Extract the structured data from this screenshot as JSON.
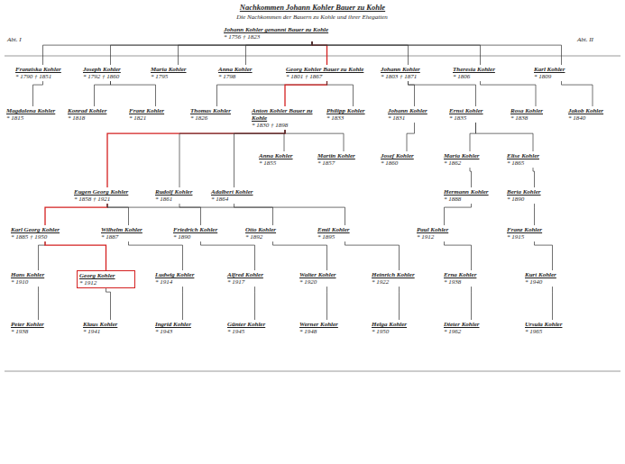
{
  "diagram": {
    "title": "Nachkommen Johann Kohler Bauer zu Kohle",
    "nodes": [
      {
        "text": [
          "Johann Kohler genannt Bauer zu Kohle",
          "* 1756 † 1823"
        ]
      },
      {
        "text": [
          "Franziska Kohler",
          "* 1790 † 1851"
        ]
      },
      {
        "text": [
          "Joseph Kohler",
          "* 1792 † 1860"
        ]
      },
      {
        "text": [
          "Maria Kohler",
          "* 1795"
        ]
      },
      {
        "text": [
          "Anna Kohler",
          "* 1798"
        ]
      },
      {
        "text": [
          "Georg Kohler Bauer zu Kohle",
          "* 1801 † 1867"
        ]
      },
      {
        "text": [
          "Johann Kohler",
          "* 1803 † 1871"
        ]
      },
      {
        "text": [
          "Theresia Kohler",
          "* 1806"
        ]
      },
      {
        "text": [
          "Karl Kohler",
          "* 1809"
        ]
      },
      {
        "text": [
          "Magdalena Kohler",
          "* 1815"
        ]
      },
      {
        "text": [
          "Konrad Kohler",
          "* 1818"
        ]
      },
      {
        "text": [
          "Franz Kohler",
          "* 1821"
        ]
      },
      {
        "text": [
          "Thomas Kohler",
          "* 1826"
        ]
      },
      {
        "text": [
          "Anton Kohler Bauer zu Kohle",
          "* 1830 † 1898"
        ]
      },
      {
        "text": [
          "Philipp Kohler",
          "* 1833"
        ]
      },
      {
        "text": [
          "Johann Kohler",
          "* 1831"
        ]
      },
      {
        "text": [
          "Ernst Kohler",
          "* 1835"
        ]
      },
      {
        "text": [
          "Rosa Kohler",
          "* 1838"
        ]
      },
      {
        "text": [
          "Jakob Kohler",
          "* 1840"
        ]
      },
      {
        "text": [
          "Anna Kohler",
          "* 1855"
        ]
      },
      {
        "text": [
          "Martin Kohler",
          "* 1857"
        ]
      },
      {
        "text": [
          "Josef Kohler",
          "* 1860"
        ]
      },
      {
        "text": [
          "Maria Kohler",
          "* 1862"
        ]
      },
      {
        "text": [
          "Elise Kohler",
          "* 1865"
        ]
      },
      {
        "text": [
          "Eugen Georg Kohler",
          "* 1858 † 1921"
        ]
      },
      {
        "text": [
          "Rudolf Kohler",
          "* 1861"
        ]
      },
      {
        "text": [
          "Adalbert Kohler",
          "* 1864"
        ]
      },
      {
        "text": [
          "Hermann Kohler",
          "* 1888"
        ]
      },
      {
        "text": [
          "Berta Kohler",
          "* 1890"
        ]
      },
      {
        "text": [
          "Karl Georg Kohler",
          "* 1885 † 1950"
        ]
      },
      {
        "text": [
          "Wilhelm Kohler",
          "* 1887"
        ]
      },
      {
        "text": [
          "Friedrich Kohler",
          "* 1890"
        ]
      },
      {
        "text": [
          "Otto Kohler",
          "* 1892"
        ]
      },
      {
        "text": [
          "Emil Kohler",
          "* 1895"
        ]
      },
      {
        "text": [
          "Paul Kohler",
          "* 1912"
        ]
      },
      {
        "text": [
          "Franz Kohler",
          "* 1915"
        ]
      },
      {
        "text": [
          "Hans Kohler",
          "* 1910"
        ]
      },
      {
        "text": [
          "Georg Kohler",
          "* 1912"
        ]
      },
      {
        "text": [
          "Ludwig Kohler",
          "* 1914"
        ]
      },
      {
        "text": [
          "Alfred Kohler",
          "* 1917"
        ]
      },
      {
        "text": [
          "Walter Kohler",
          "* 1920"
        ]
      },
      {
        "text": [
          "Heinrich Kohler",
          "* 1922"
        ]
      },
      {
        "text": [
          "Erna Kohler",
          "* 1938"
        ]
      },
      {
        "text": [
          "Kurt Kohler",
          "* 1940"
        ]
      },
      {
        "text": [
          "Peter Kohler",
          "* 1938"
        ]
      },
      {
        "text": [
          "Klaus Kohler",
          "* 1941"
        ]
      },
      {
        "text": [
          "Ingrid Kohler",
          "* 1943"
        ]
      },
      {
        "text": [
          "Günter Kohler",
          "* 1945"
        ]
      },
      {
        "text": [
          "Werner Kohler",
          "* 1948"
        ]
      },
      {
        "text": [
          "Helga Kohler",
          "* 1950"
        ]
      },
      {
        "text": [
          "Dieter Kohler",
          "* 1962"
        ]
      },
      {
        "text": [
          "Ursula Kohler",
          "* 1965"
        ]
      }
    ],
    "edges": [
      {
        "from": 0,
        "to": 1,
        "arrow": "none"
      },
      {
        "from": 0,
        "to": 2,
        "arrow": "none"
      },
      {
        "from": 0,
        "to": 3,
        "arrow": "none"
      },
      {
        "from": 0,
        "to": 4,
        "arrow": "none"
      },
      {
        "from": 0,
        "to": 5,
        "arrow": "none"
      },
      {
        "from": 0,
        "to": 6,
        "arrow": "none"
      },
      {
        "from": 0,
        "to": 7,
        "arrow": "none"
      },
      {
        "from": 0,
        "to": 8,
        "arrow": "none"
      },
      {
        "from": 1,
        "to": 9,
        "arrow": "none"
      },
      {
        "from": 2,
        "to": 10,
        "arrow": "none"
      },
      {
        "from": 2,
        "to": 11,
        "arrow": "none"
      },
      {
        "from": 5,
        "to": 12,
        "arrow": "none"
      },
      {
        "from": 5,
        "to": 13,
        "arrow": "none"
      },
      {
        "from": 5,
        "to": 14,
        "arrow": "none"
      },
      {
        "from": 6,
        "to": 15,
        "arrow": "none"
      },
      {
        "from": 6,
        "to": 16,
        "arrow": "none"
      },
      {
        "from": 7,
        "to": 17,
        "arrow": "none"
      },
      {
        "from": 8,
        "to": 18,
        "arrow": "none"
      },
      {
        "from": 13,
        "to": 19,
        "arrow": "none"
      },
      {
        "from": 13,
        "to": 20,
        "arrow": "none"
      },
      {
        "from": 15,
        "to": 21,
        "arrow": "none"
      },
      {
        "from": 16,
        "to": 22,
        "arrow": "none"
      },
      {
        "from": 16,
        "to": 23,
        "arrow": "none"
      },
      {
        "from": 13,
        "to": 24,
        "arrow": "none"
      },
      {
        "from": 13,
        "to": 25,
        "arrow": "none"
      },
      {
        "from": 13,
        "to": 26,
        "arrow": "none"
      },
      {
        "from": 22,
        "to": 27,
        "arrow": "none"
      },
      {
        "from": 23,
        "to": 28,
        "arrow": "none"
      },
      {
        "from": 24,
        "to": 29,
        "arrow": "none"
      },
      {
        "from": 24,
        "to": 30,
        "arrow": "none"
      },
      {
        "from": 24,
        "to": 31,
        "arrow": "none"
      },
      {
        "from": 25,
        "to": 32,
        "arrow": "none"
      },
      {
        "from": 26,
        "to": 33,
        "arrow": "none"
      },
      {
        "from": 27,
        "to": 34,
        "arrow": "none"
      },
      {
        "from": 28,
        "to": 35,
        "arrow": "none"
      },
      {
        "from": 29,
        "to": 36,
        "arrow": "none"
      },
      {
        "from": 29,
        "to": 37,
        "arrow": "none"
      },
      {
        "from": 30,
        "to": 38,
        "arrow": "none"
      },
      {
        "from": 31,
        "to": 39,
        "arrow": "none"
      },
      {
        "from": 32,
        "to": 40,
        "arrow": "none"
      },
      {
        "from": 33,
        "to": 41,
        "arrow": "none"
      },
      {
        "from": 34,
        "to": 42,
        "arrow": "none"
      },
      {
        "from": 35,
        "to": 43,
        "arrow": "none"
      },
      {
        "from": 36,
        "to": 44,
        "arrow": "none"
      },
      {
        "from": 37,
        "to": 45,
        "arrow": "none"
      },
      {
        "from": 38,
        "to": 46,
        "arrow": "none"
      },
      {
        "from": 39,
        "to": 47,
        "arrow": "none"
      },
      {
        "from": 40,
        "to": 48,
        "arrow": "none"
      },
      {
        "from": 41,
        "to": 49,
        "arrow": "none"
      },
      {
        "from": 42,
        "to": 50,
        "arrow": "none"
      },
      {
        "from": 43,
        "to": 51,
        "arrow": "none"
      }
    ],
    "labels": [
      "Die Nachkommen der Bauern zu Kohle und ihrer Ehegatten",
      "Abt. I",
      "Abt. II"
    ]
  }
}
